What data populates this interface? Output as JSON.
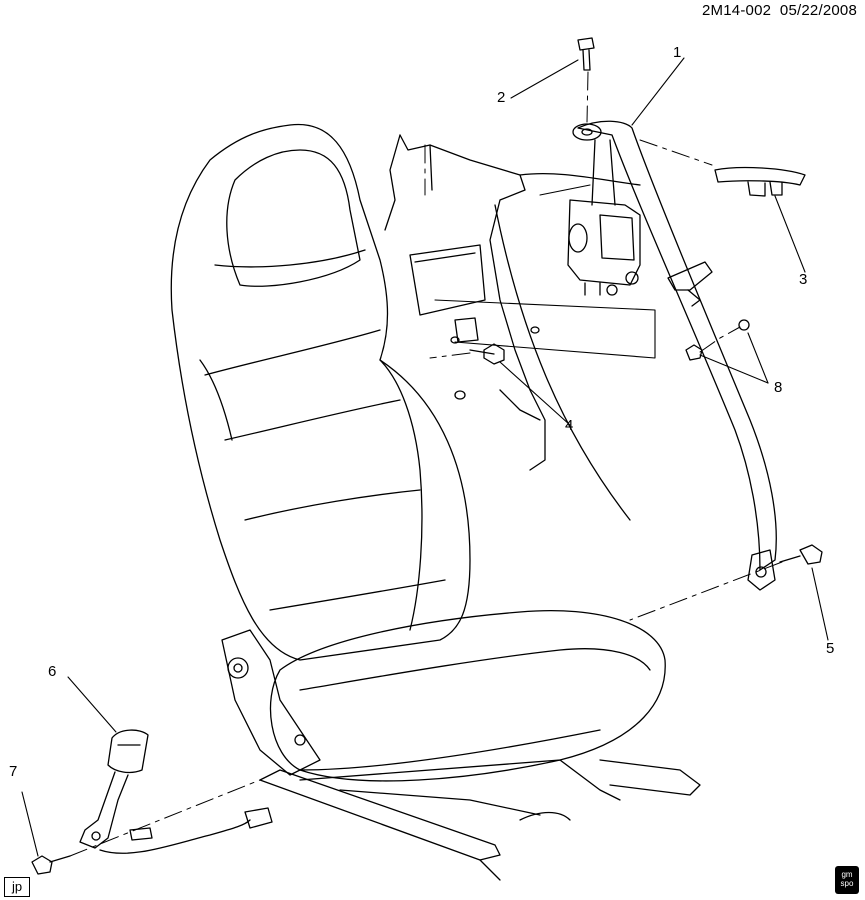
{
  "header": {
    "doc_id": "2M14-002",
    "date": "05/22/2008"
  },
  "callouts": [
    {
      "id": "c1",
      "label": "1"
    },
    {
      "id": "c2",
      "label": "2"
    },
    {
      "id": "c3",
      "label": "3"
    },
    {
      "id": "c4",
      "label": "4"
    },
    {
      "id": "c5",
      "label": "5"
    },
    {
      "id": "c6",
      "label": "6"
    },
    {
      "id": "c7",
      "label": "7"
    },
    {
      "id": "c8",
      "label": "8"
    }
  ],
  "footer": {
    "initials": "jp",
    "logo_top": "gm",
    "logo_bottom": "spo"
  }
}
